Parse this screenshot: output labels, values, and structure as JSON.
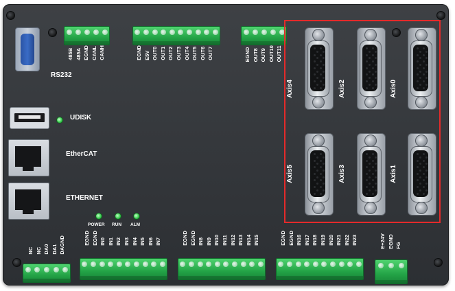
{
  "connectors": {
    "rs232_label": "RS232",
    "udisk_label": "UDISK",
    "ethercat_label": "EtherCAT",
    "ethernet_label": "ETHERNET"
  },
  "leds": {
    "power": "POWER",
    "run": "RUN",
    "alm": "ALM"
  },
  "top_terminals": {
    "comm": [
      "485B",
      "485A",
      "EGND",
      "CANL",
      "CANH"
    ],
    "out_a": [
      "EGND",
      "E5V",
      "OUT0",
      "OUT1",
      "OUT2",
      "OUT3",
      "OUT4",
      "OUT5",
      "OUT6",
      "OUT7"
    ],
    "out_b": [
      "EGND",
      "OUT8",
      "OUT9",
      "OUT10",
      "OUT11"
    ]
  },
  "bottom_terminals": {
    "dac": [
      "NC",
      "NC",
      "DA0",
      "DA1",
      "DAGND"
    ],
    "in_a": [
      "EGND",
      "EGND",
      "IN0",
      "IN1",
      "IN2",
      "IN3",
      "IN4",
      "IN5",
      "IN6",
      "IN7"
    ],
    "in_b": [
      "EGND",
      "EGND",
      "IN8",
      "IN9",
      "IN10",
      "IN11",
      "IN12",
      "IN13",
      "IN14",
      "IN15"
    ],
    "in_c": [
      "EGND",
      "EGND",
      "IN16",
      "IN17",
      "IN18",
      "IN19",
      "IN20",
      "IN21",
      "IN22",
      "IN23"
    ],
    "power": [
      "E+24V",
      "EGND",
      "FG"
    ]
  },
  "axes": {
    "top": [
      "Axis4",
      "Axis2",
      "Axis0"
    ],
    "bottom": [
      "Axis5",
      "Axis3",
      "Axis1"
    ]
  },
  "colors": {
    "body": "#35383c",
    "terminal_green": "#2bb04f",
    "highlight_red": "#e52a2a",
    "db9_blue": "#3a6cc6"
  }
}
